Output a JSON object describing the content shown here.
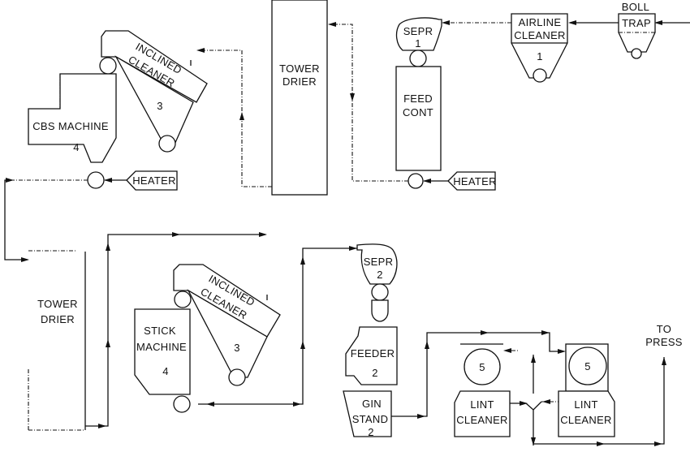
{
  "diagram": {
    "title": "Cotton gin process flow",
    "line_color": "#111111",
    "background": "#ffffff",
    "equipment": {
      "boll_trap": {
        "line1": "BOLL",
        "line2": "TRAP"
      },
      "airline_cleaner": {
        "line1": "AIRLINE",
        "line2": "CLEANER",
        "number": "1"
      },
      "separator_1": {
        "line1": "SEPR",
        "number": "1"
      },
      "feed_control": {
        "line1": "FEED",
        "line2": "CONT"
      },
      "heater_1": {
        "label": "HEATER"
      },
      "tower_drier_1": {
        "line1": "TOWER",
        "line2": "DRIER"
      },
      "inclined_cleaner_1": {
        "line1": "INCLINED",
        "line2": "CLEANER",
        "number": "3"
      },
      "cbs_machine": {
        "line1": "CBS  MACHINE",
        "number": "4"
      },
      "heater_2": {
        "label": "HEATER"
      },
      "tower_drier_2": {
        "line1": "TOWER",
        "line2": "DRIER"
      },
      "inclined_cleaner_2": {
        "line1": "INCLINED",
        "line2": "CLEANER",
        "number": "3"
      },
      "stick_machine": {
        "line1": "STICK",
        "line2": "MACHINE",
        "number": "4"
      },
      "separator_2": {
        "line1": "SEPR",
        "number": "2"
      },
      "feeder": {
        "line1": "FEEDER",
        "number": "2"
      },
      "gin_stand": {
        "line1": "GIN",
        "line2": "STAND",
        "number": "2"
      },
      "lint_cleaner_1": {
        "line1": "LINT",
        "line2": "CLEANER",
        "number": "5"
      },
      "lint_cleaner_2": {
        "line1": "LINT",
        "line2": "CLEANER",
        "number": "5"
      },
      "to_press": {
        "line1": "TO",
        "line2": "PRESS"
      }
    }
  }
}
